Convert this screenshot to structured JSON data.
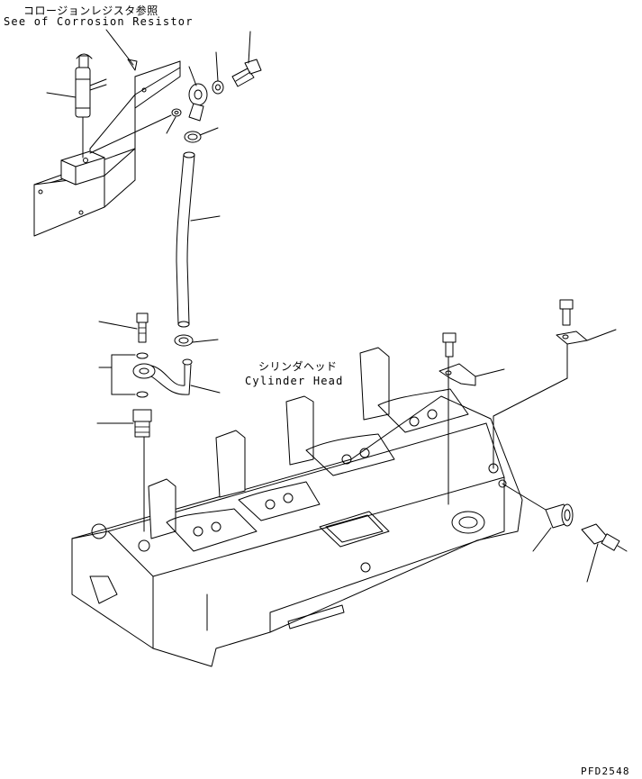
{
  "labels": {
    "corrosion_jp": "コロージョンレジスタ参照",
    "corrosion_en": "See of Corrosion Resistor",
    "cylinder_jp": "シリンダヘッド",
    "cylinder_en": "Cylinder Head",
    "page_code": "PFD2548"
  }
}
